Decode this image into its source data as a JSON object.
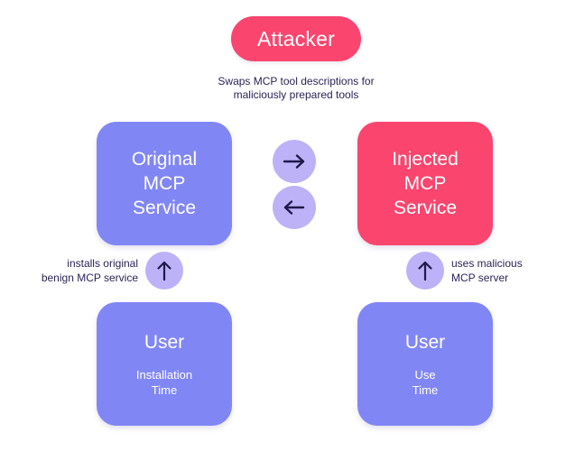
{
  "diagram": {
    "background_color": "#FFFFFF",
    "colors": {
      "blue": "#8186F5",
      "red": "#FA456E",
      "lavender": "#BDB2F8",
      "navy_text": "#2B2357",
      "white_text": "#FFFFFF"
    },
    "attacker": {
      "label": "Attacker",
      "caption_line1": "Swaps MCP tool descriptions for",
      "caption_line2": "maliciously prepared tools"
    },
    "nodes": {
      "original_service": {
        "title_line1": "Original",
        "title_line2": "MCP",
        "title_line3": "Service",
        "color": "#8186F5"
      },
      "injected_service": {
        "title_line1": "Injected",
        "title_line2": "MCP",
        "title_line3": "Service",
        "color": "#FA456E"
      },
      "user_left": {
        "title": "User",
        "subtitle_line1": "Installation",
        "subtitle_line2": "Time",
        "color": "#8186F5"
      },
      "user_right": {
        "title": "User",
        "subtitle_line1": "Use",
        "subtitle_line2": "Time",
        "color": "#8186F5"
      }
    },
    "connectors": {
      "arrow_right": "arrow-right-icon",
      "arrow_left": "arrow-left-icon",
      "arrow_up_left": "arrow-up-icon",
      "arrow_up_right": "arrow-up-icon"
    },
    "captions": {
      "install_line1": "installs original",
      "install_line2": "benign MCP service",
      "uses_line1": "uses malicious",
      "uses_line2": "MCP server"
    }
  }
}
